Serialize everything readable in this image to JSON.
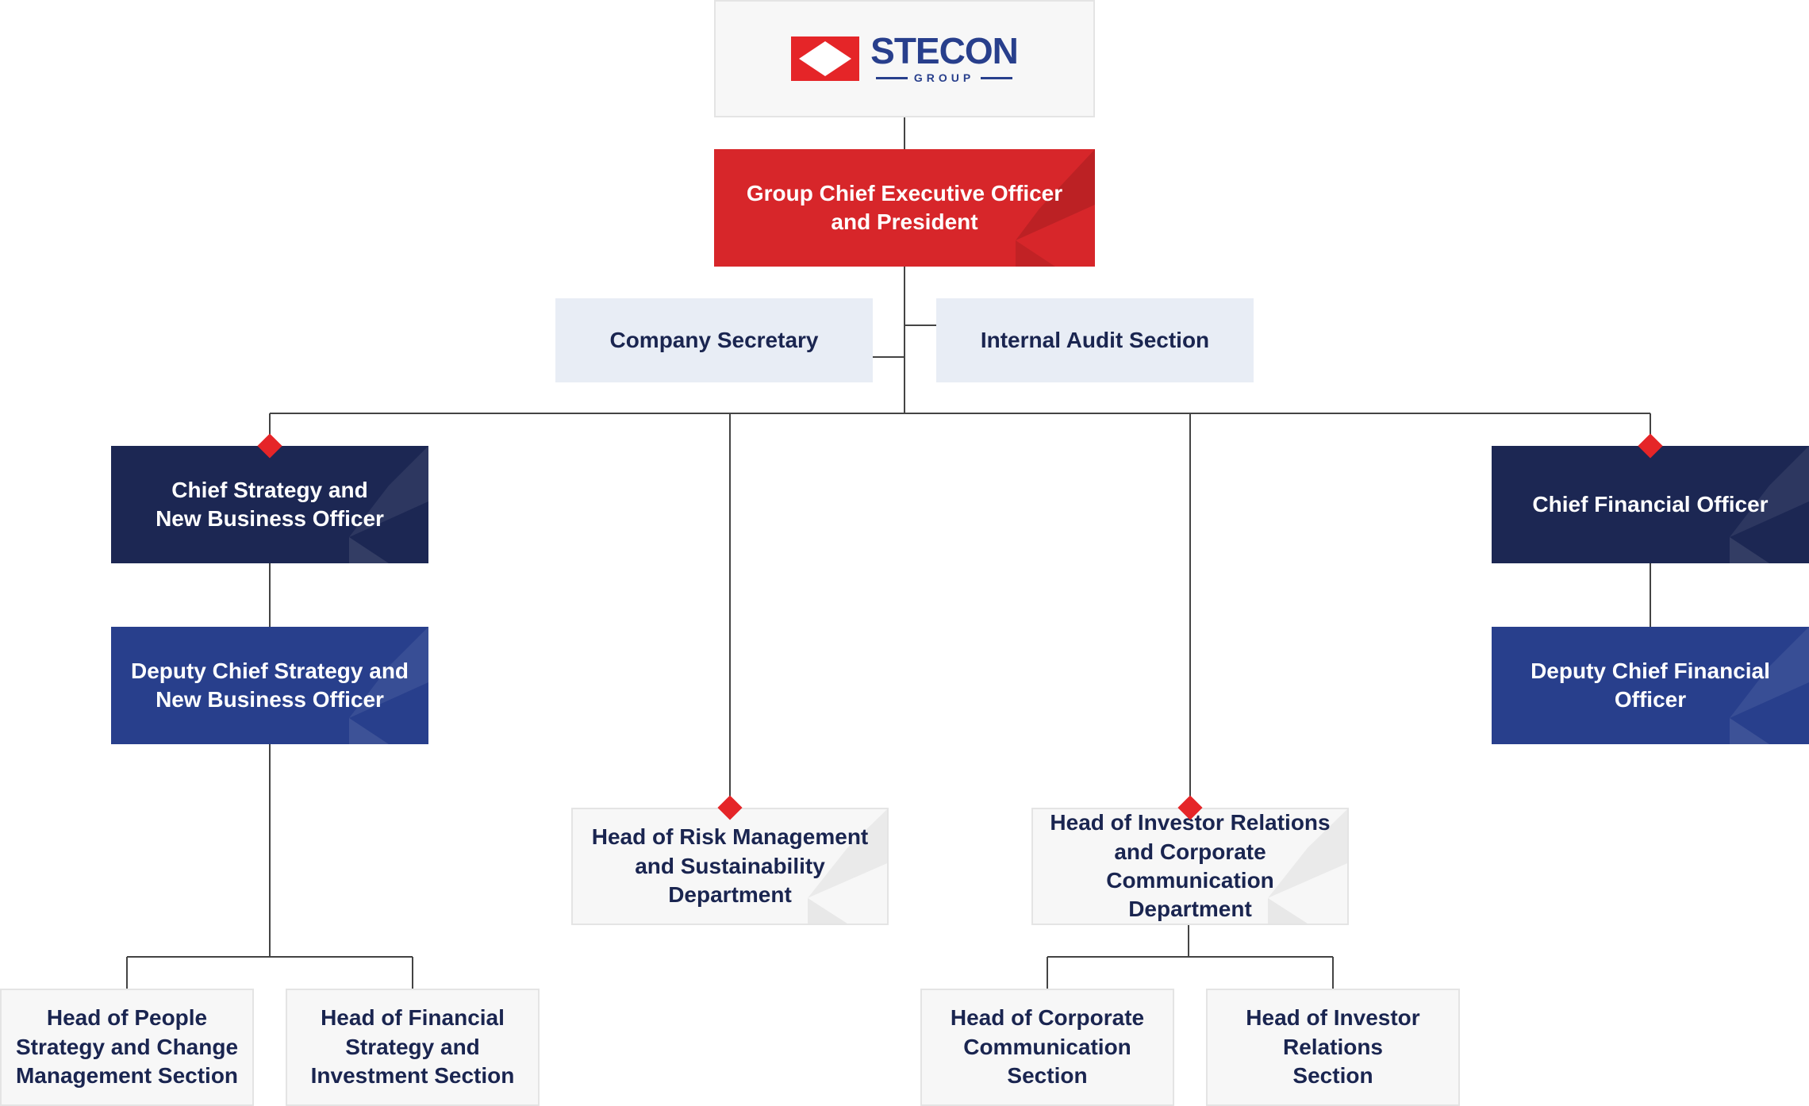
{
  "logo": {
    "name": "STECON",
    "sub": "GROUP",
    "icon": "stecon-diamond-logo"
  },
  "colors": {
    "red": "#d7262a",
    "navy": "#1c2753",
    "blue": "#283f8c",
    "light": "#e8edf5",
    "gray": "#f7f7f7",
    "line": "#444444",
    "diamond": "#e52528"
  },
  "nodes": {
    "ceo": {
      "line1": "Group Chief Executive Officer",
      "line2": "and President"
    },
    "secretary": {
      "line1": "Company Secretary"
    },
    "audit": {
      "line1": "Internal Audit Section"
    },
    "cso": {
      "line1": "Chief Strategy and",
      "line2": "New Business Officer"
    },
    "cfo": {
      "line1": "Chief Financial Officer"
    },
    "dcso": {
      "line1": "Deputy Chief Strategy and",
      "line2": "New Business Officer"
    },
    "dcfo": {
      "line1": "Deputy Chief Financial",
      "line2": "Officer"
    },
    "risk": {
      "line1": "Head of Risk Management",
      "line2": "and Sustainability",
      "line3": "Department"
    },
    "ir": {
      "line1": "Head of Investor Relations",
      "line2": "and Corporate",
      "line3": "Communication Department"
    },
    "people": {
      "line1": "Head of People",
      "line2": "Strategy and Change",
      "line3": "Management Section"
    },
    "fin": {
      "line1": "Head of Financial",
      "line2": "Strategy and",
      "line3": "Investment Section"
    },
    "corpcomm": {
      "line1": "Head of Corporate",
      "line2": "Communication",
      "line3": "Section"
    },
    "investor": {
      "line1": "Head of Investor",
      "line2": "Relations",
      "line3": "Section"
    }
  }
}
